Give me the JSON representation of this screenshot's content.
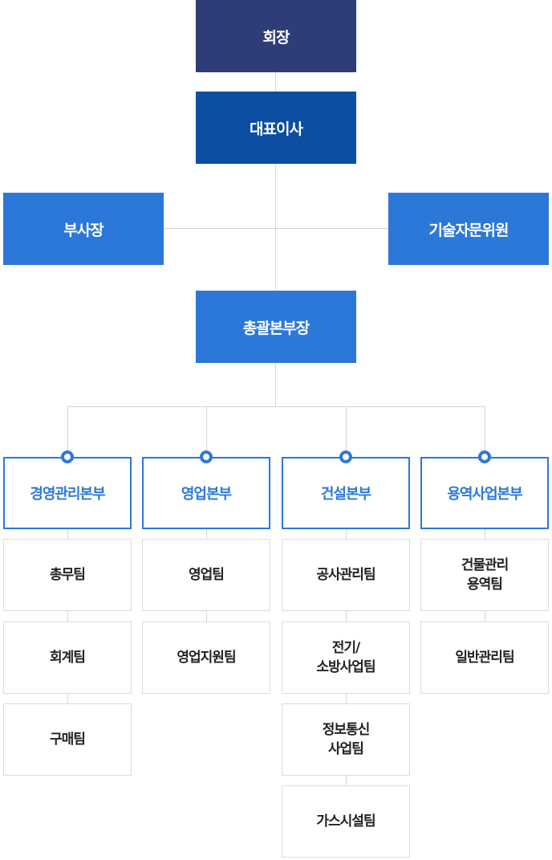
{
  "chairman": "회장",
  "ceo": "대표이사",
  "vice_president": "부사장",
  "tech_advisory": "기술자문위원",
  "general_head": "총괄본부장",
  "divisions": [
    {
      "name": "경영관리본부",
      "teams": [
        "총무팀",
        "회계팀",
        "구매팀"
      ]
    },
    {
      "name": "영업본부",
      "teams": [
        "영업팀",
        "영업지원팀"
      ]
    },
    {
      "name": "건설본부",
      "teams": [
        "공사관리팀",
        "전기/\n소방사업팀",
        "정보통신\n사업팀",
        "가스시설팀"
      ]
    },
    {
      "name": "용역사업본부",
      "teams": [
        "건물관리\n용역팀",
        "일반관리팀"
      ]
    }
  ],
  "colors": {
    "chairman": "#2e3d77",
    "ceo": "#0c4ea2",
    "executive": "#2c78d8",
    "line": "#d6d6d6",
    "team_border": "#dcdcdc"
  }
}
